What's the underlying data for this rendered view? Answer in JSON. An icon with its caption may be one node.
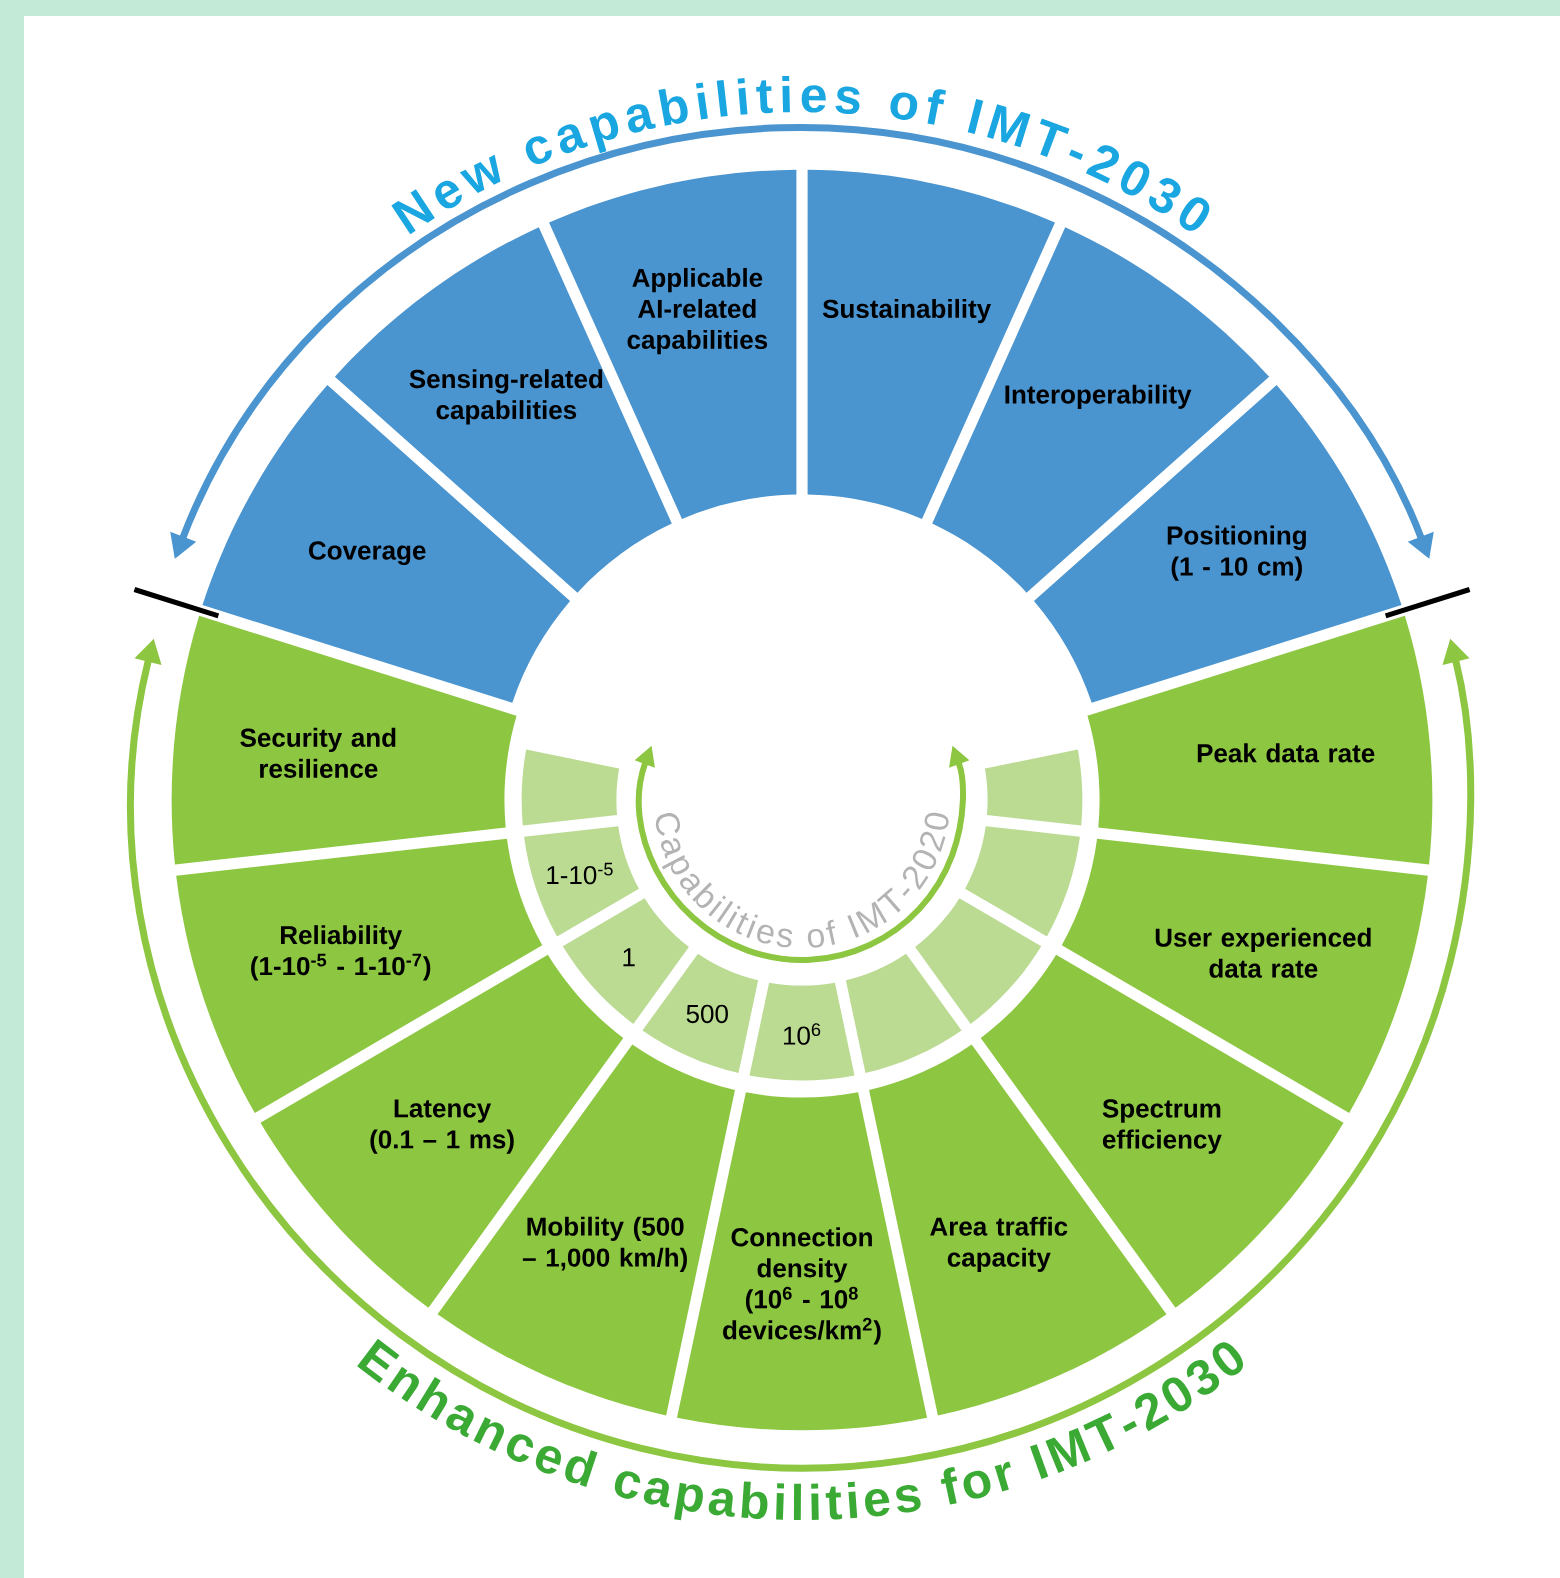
{
  "diagram": {
    "nodes": [
      {
        "text": [
          "Coverage"
        ]
      },
      {
        "text": [
          "Sensing-related capabilities"
        ]
      },
      {
        "text": [
          "Applicable AI-related capabilities"
        ]
      },
      {
        "text": [
          "Sustainability"
        ]
      },
      {
        "text": [
          "Interoperability"
        ]
      },
      {
        "text": [
          "Positioning (1 - 10 cm)"
        ]
      },
      {
        "text": [
          "Security and resilience"
        ]
      },
      {
        "text": [
          "Reliability (1-10$^{-5}$ - 1-10$^{-7}$)"
        ]
      },
      {
        "text": [
          "Latency (0.1 – 1 ms)"
        ]
      },
      {
        "text": [
          "Mobility (500 – 1,000 km/h)"
        ]
      },
      {
        "text": [
          "Connection density (10$^{6}$ - 10$^{8}$ devices/km$^{2}$)"
        ]
      },
      {
        "text": [
          "Area traffic capacity"
        ]
      },
      {
        "text": [
          "Spectrum efficiency"
        ]
      },
      {
        "text": [
          "User experienced data rate"
        ]
      },
      {
        "text": [
          "Peak data rate"
        ]
      },
      {
        "text": [],
        "shape": "box"
      },
      {
        "text": [
          "1-10$^{-5}$"
        ]
      },
      {
        "text": [
          "1"
        ]
      },
      {
        "text": [
          "500"
        ]
      },
      {
        "text": [
          "10$^{6}$"
        ]
      },
      {
        "text": [],
        "shape": "box"
      },
      {
        "text": [],
        "shape": "box"
      },
      {
        "text": [],
        "shape": "box"
      },
      {
        "text": [],
        "shape": "box"
      }
    ],
    "labels": [
      "New capabilities of IMT-2030",
      "Capabilities of IMT-2020",
      "Enhanced capabilities for IMT-2030"
    ]
  }
}
